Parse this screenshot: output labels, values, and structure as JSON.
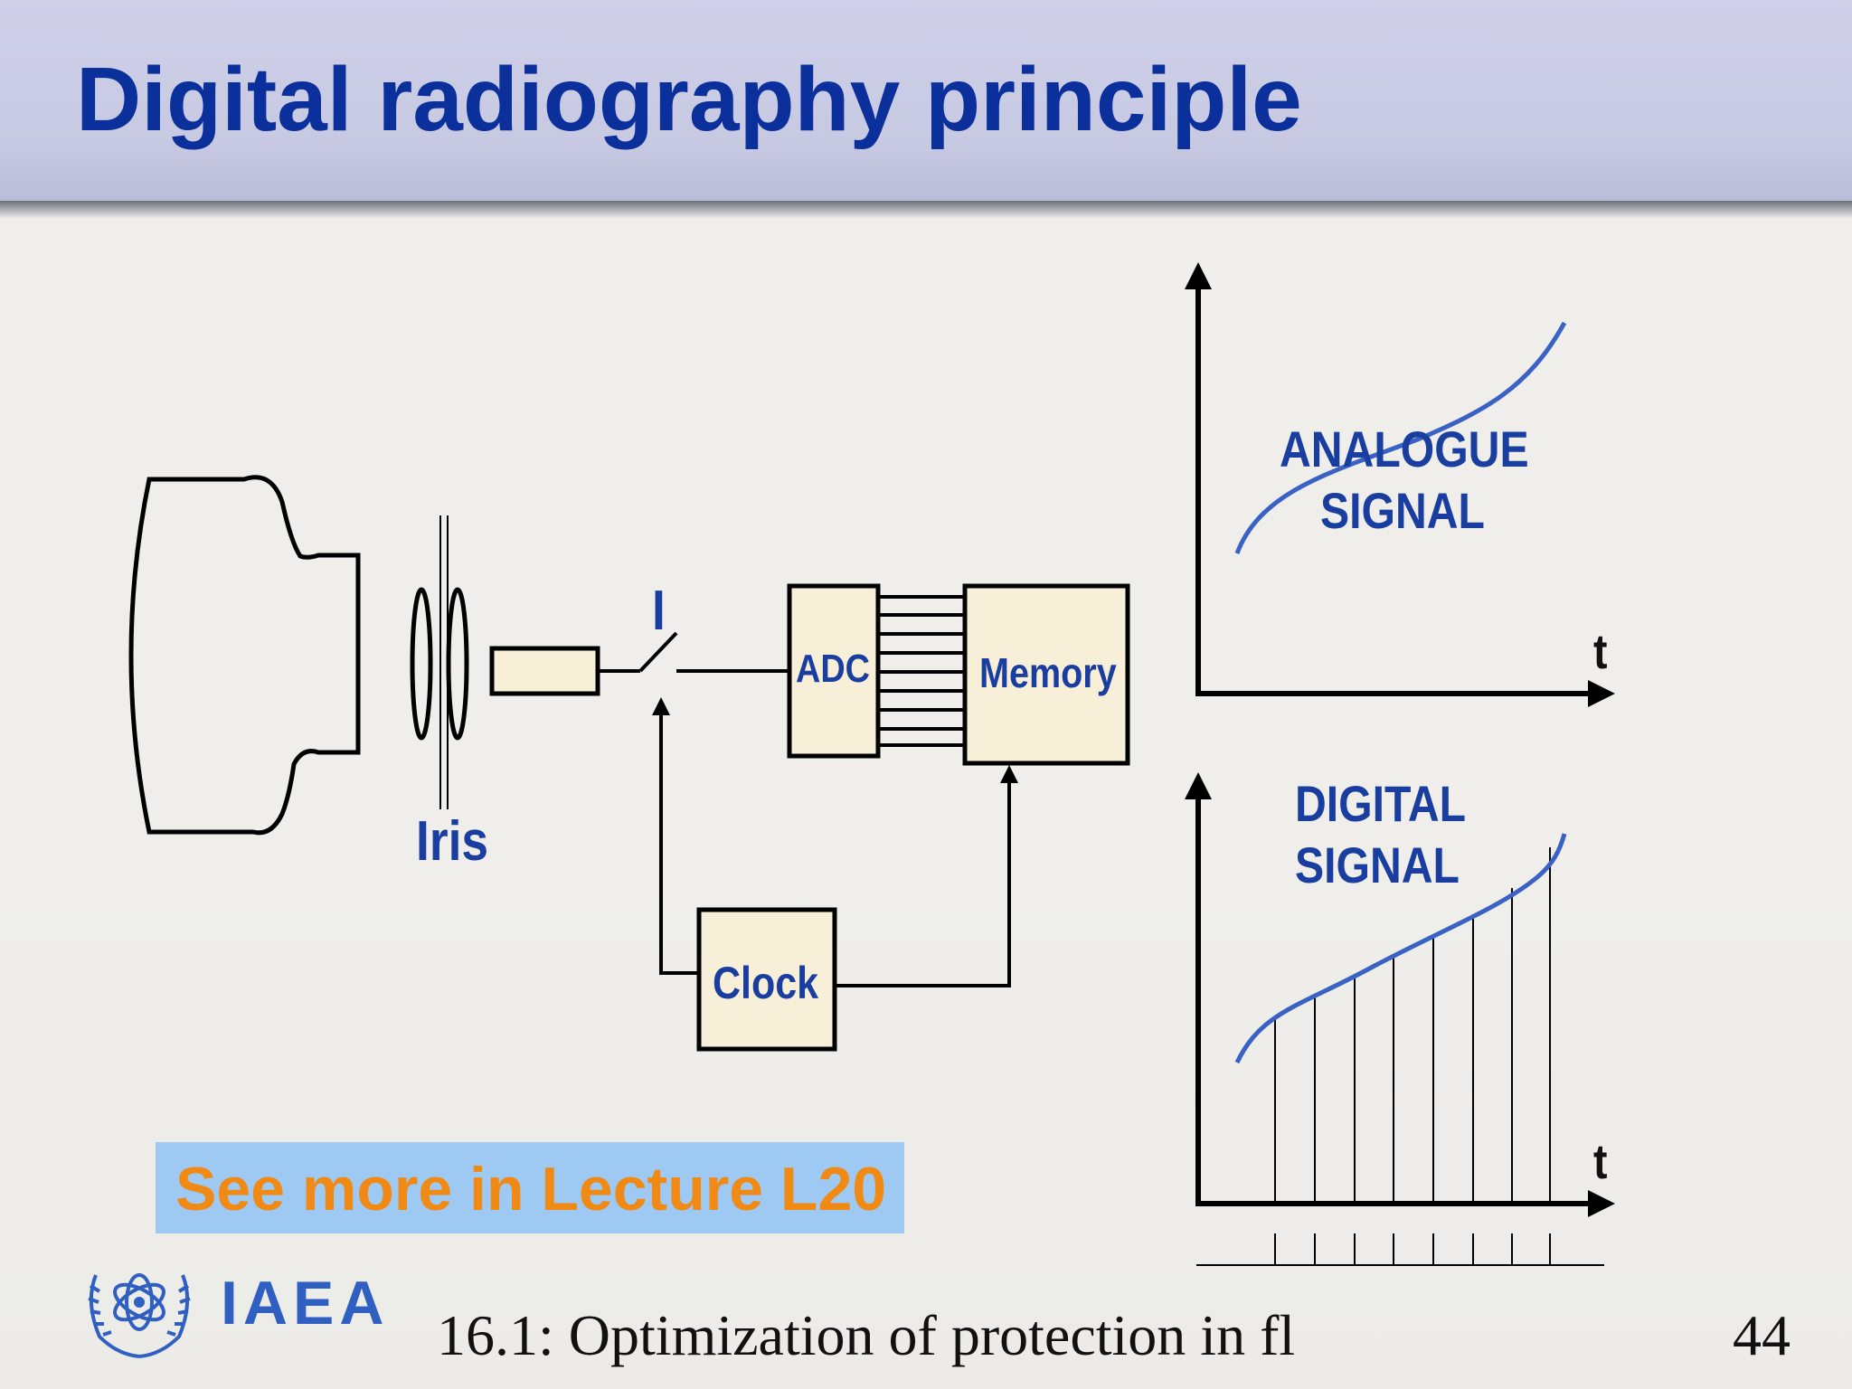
{
  "slide": {
    "title": "Digital radiography principle",
    "page_number": "44",
    "footer": "16.1: Optimization of protection in fl"
  },
  "diagram": {
    "iris_label": "Iris",
    "switch_label": "I",
    "adc_label": "ADC",
    "memory_label": "Memory",
    "clock_label": "Clock",
    "analogue_line1": "ANALOGUE",
    "analogue_line2": "SIGNAL",
    "digital_line1": "DIGITAL",
    "digital_line2": "SIGNAL",
    "time_axis_label_top": "t",
    "time_axis_label_bottom": "t"
  },
  "callout": {
    "text": "See more in Lecture L20"
  },
  "logo": {
    "text": "IAEA"
  },
  "colors": {
    "title": "#0b2f9b",
    "label_blue": "#1a3ea0",
    "curve_blue": "#3a62c4",
    "callout_bg": "#9ec9f3",
    "callout_text": "#f08a14",
    "box_fill": "#f8efd8"
  }
}
